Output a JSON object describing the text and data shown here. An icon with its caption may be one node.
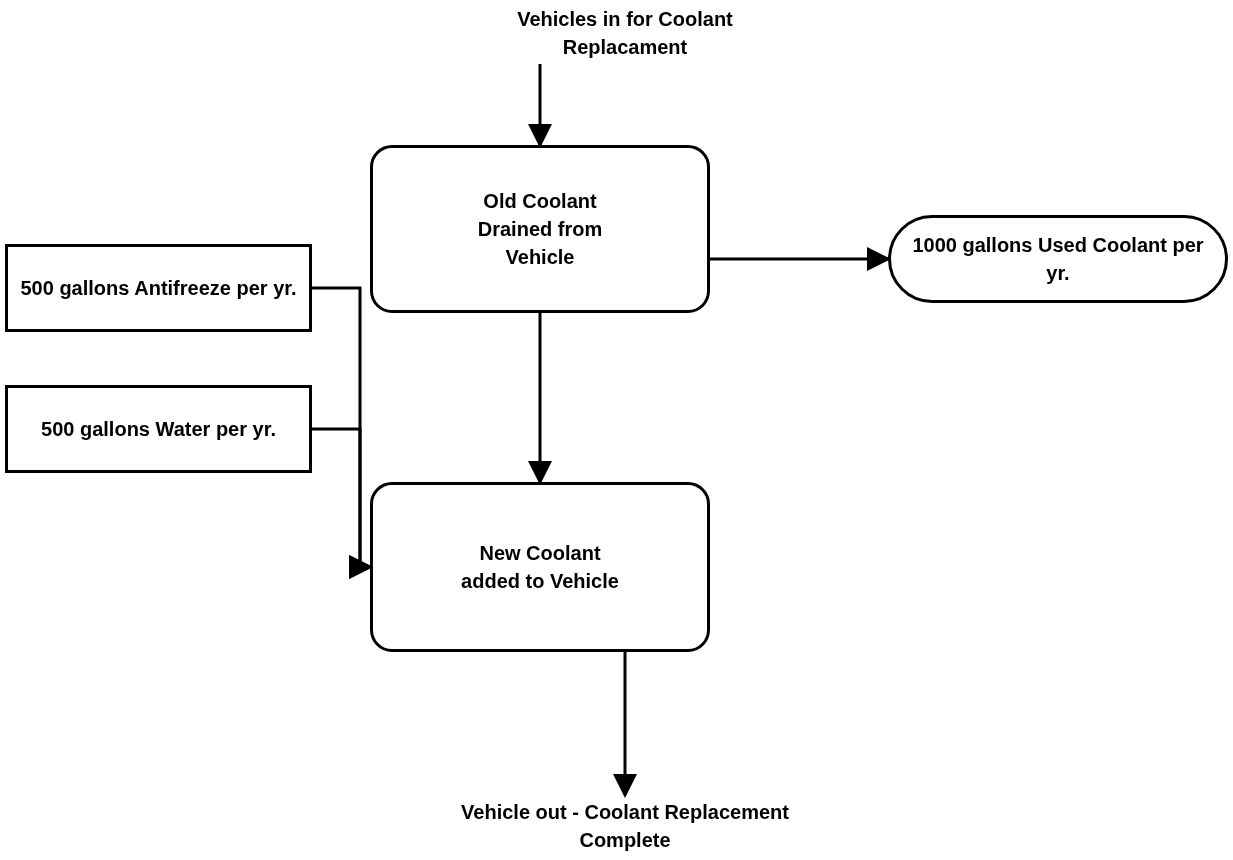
{
  "diagram": {
    "nodes": [
      {
        "text": [
          "Vehicles in for Coolant Replacament"
        ]
      },
      {
        "text": [
          "Old Coolant Drained from Vehicle"
        ]
      },
      {
        "text": [
          "1000 gallons Used Coolant per yr."
        ]
      },
      {
        "text": [
          "500 gallons Antifreeze per yr."
        ]
      },
      {
        "text": [
          "500 gallons Water per yr."
        ]
      },
      {
        "text": [
          "New Coolant added to Vehicle"
        ]
      },
      {
        "text": [
          "Vehicle out - Coolant Replacement Complete"
        ]
      }
    ],
    "edges": [
      {
        "from": 0,
        "to": 1,
        "arrow": "to"
      },
      {
        "from": 1,
        "to": 2,
        "arrow": "to"
      },
      {
        "from": 1,
        "to": 5,
        "arrow": "to"
      },
      {
        "from": 3,
        "to": 5,
        "arrow": "to"
      },
      {
        "from": 4,
        "to": 5,
        "arrow": "to"
      },
      {
        "from": 5,
        "to": 6,
        "arrow": "to"
      }
    ]
  }
}
